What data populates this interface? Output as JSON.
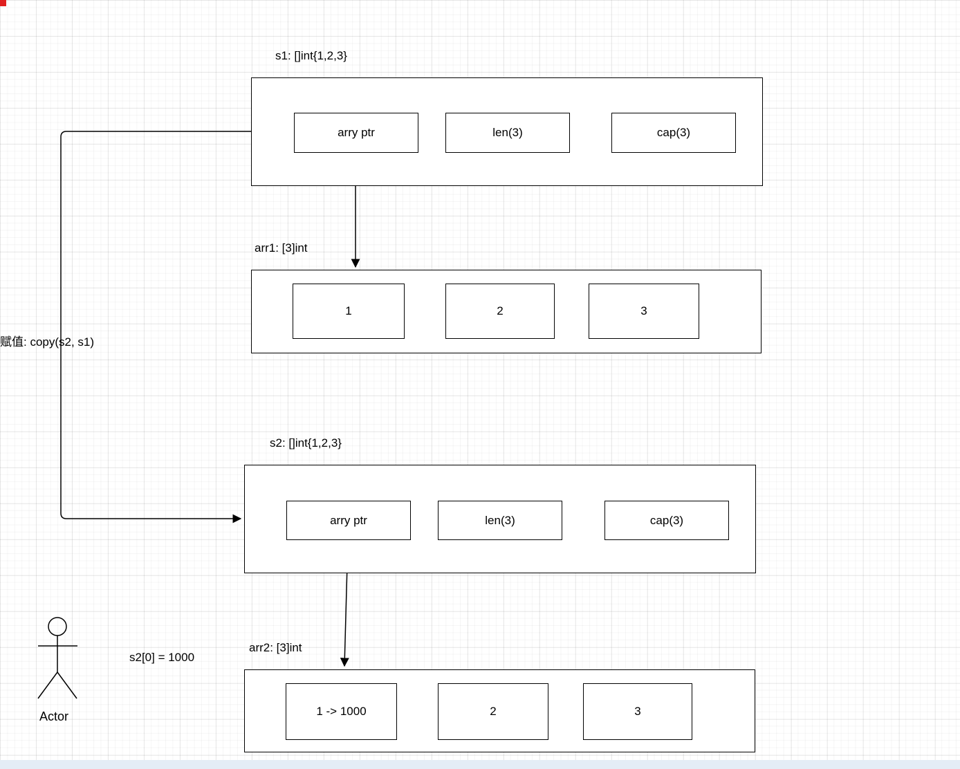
{
  "diagram": {
    "s1": {
      "title": "s1: []int{1,2,3}",
      "cells": [
        "arry ptr",
        "len(3)",
        "cap(3)"
      ]
    },
    "arr1": {
      "title": "arr1: [3]int",
      "cells": [
        "1",
        "2",
        "3"
      ]
    },
    "s2": {
      "title": "s2: []int{1,2,3}",
      "cells": [
        "arry ptr",
        "len(3)",
        "cap(3)"
      ]
    },
    "arr2": {
      "title": "arr2: [3]int",
      "cells": [
        "1 -> 1000",
        "2",
        "3"
      ]
    },
    "labels": {
      "copy": "赋值: copy(s2, s1)",
      "assign": "s2[0] = 1000",
      "actor": "Actor"
    },
    "colors": {
      "stroke": "#000000",
      "shape_fill": "#ffffff",
      "grid_minor": "#eff2f4",
      "grid_major": "#e3e7eb",
      "bottom_bar": "#e4edf6",
      "corner_marker": "#e02020"
    }
  }
}
